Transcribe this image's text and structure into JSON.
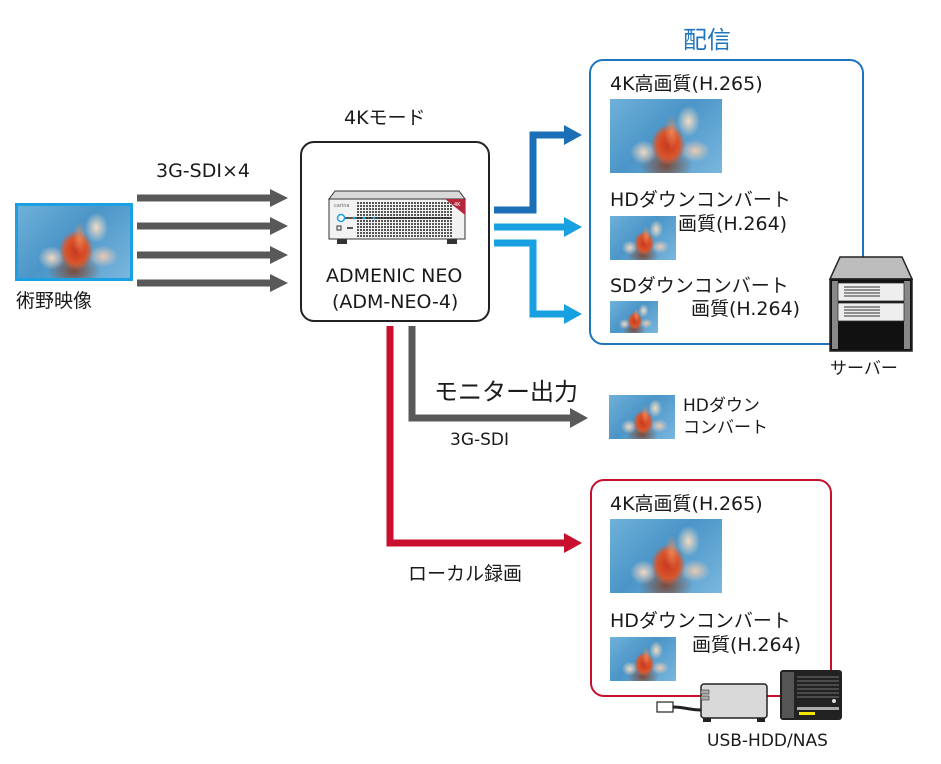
{
  "source": {
    "label": "術野映像",
    "link_label": "3G-SDI×4"
  },
  "device": {
    "mode_label": "4Kモード",
    "name_line1": "ADMENIC NEO",
    "name_line2": "(ADM-NEO-4)",
    "brand_label": "carina",
    "badge_label": "4K"
  },
  "distribution": {
    "title": "配信",
    "items": [
      {
        "line1": "4K高画質(H.265)",
        "line2": ""
      },
      {
        "line1": "HDダウンコンバート",
        "line2": "画質(H.264)"
      },
      {
        "line1": "SDダウンコンバート",
        "line2": "画質(H.264)"
      }
    ],
    "server_label": "サーバー"
  },
  "monitor": {
    "title": "モニター出力",
    "link_label": "3G-SDI",
    "output_line1": "HDダウン",
    "output_line2": "コンバート"
  },
  "recording": {
    "link_label": "ローカル録画",
    "items": [
      {
        "line1": "4K高画質(H.265)",
        "line2": ""
      },
      {
        "line1": "HDダウンコンバート",
        "line2": "画質(H.264)"
      }
    ],
    "storage_label": "USB-HDD/NAS"
  },
  "colors": {
    "gray_arrow": "#595959",
    "blue_dark": "#1a6fb6",
    "blue_light": "#18a0e0",
    "red": "#c8102e",
    "title_blue": "#1e74bd"
  }
}
